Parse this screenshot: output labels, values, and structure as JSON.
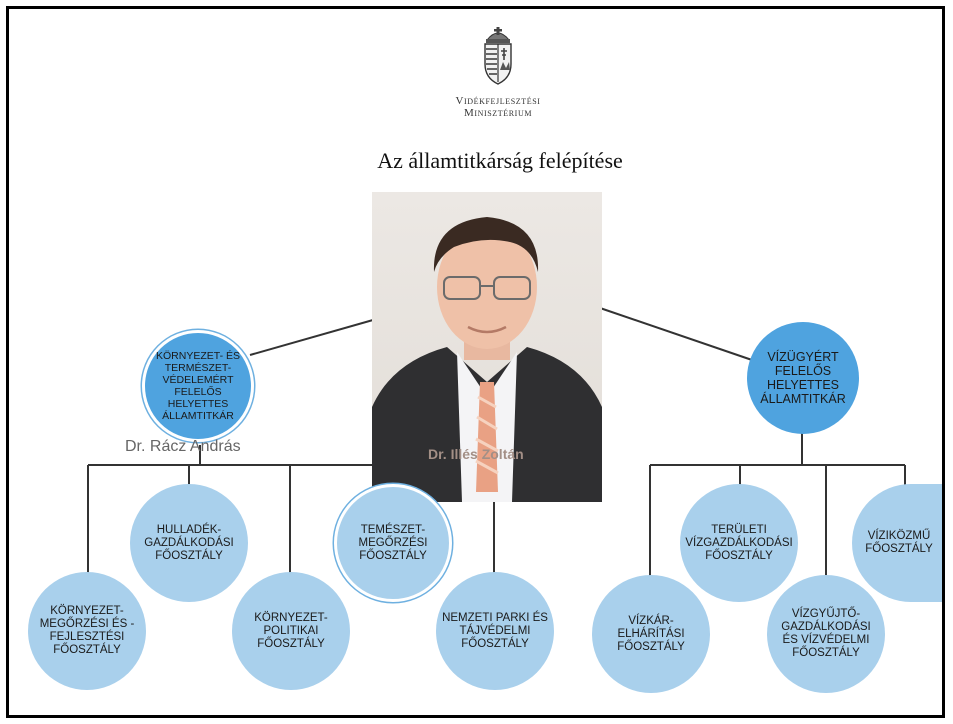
{
  "logo": {
    "icon": "hungarian-coat-of-arms-icon"
  },
  "ministry": {
    "line1": "Vidékfejlesztési",
    "line2": "Minisztérium"
  },
  "title": "Az államtitkárság felépítése",
  "head": {
    "name": "Dr. Illés Zoltán"
  },
  "deputies": {
    "left": {
      "label": "Környezet- és természet- védelemért felelős helyettes államtitkár",
      "name": "Dr. Rácz András"
    },
    "right": {
      "label": "Vízügyért felelős helyettes államtitkár"
    }
  },
  "departments": {
    "left": [
      "Környezet- megőrzési és -fejlesztési főosztály",
      "Hulladék- gazdálkodási főosztály",
      "Környezet- politikai főosztály",
      "Temészet- megőrzési főosztály",
      "Nemzeti parki és tájvédelmi főosztály"
    ],
    "right": [
      "Vízkár- elhárítási főosztály",
      "Területi vízgazdálkodási főosztály",
      "Vízgyűjtő- gazdálkodási és vízvédelmi főosztály",
      "Víziközmű főosztály"
    ]
  },
  "colors": {
    "node": "#a9d0ec",
    "deputy": "#4fa3df",
    "line": "#333333"
  }
}
